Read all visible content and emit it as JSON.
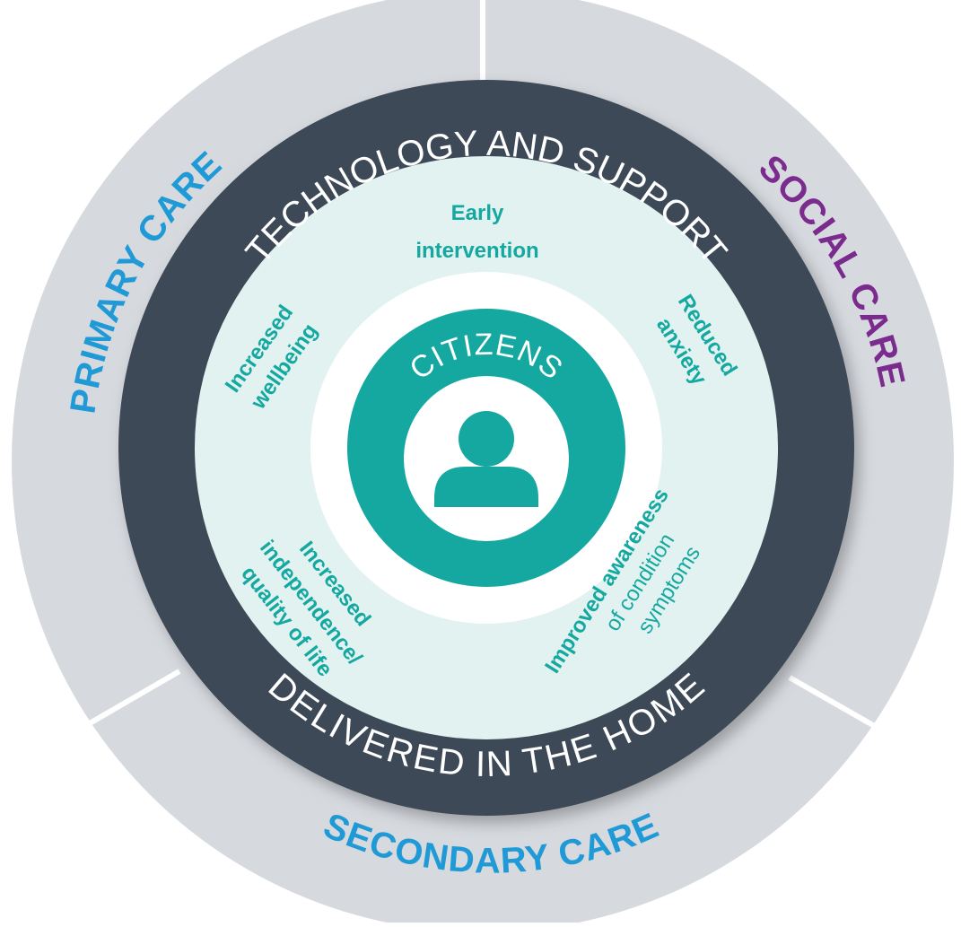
{
  "segments": {
    "primary": "PRIMARY CARE",
    "social": "SOCIAL CARE",
    "secondary": "SECONDARY CARE"
  },
  "ring": {
    "top": "TECHNOLOGY AND SUPPORT",
    "bottom": "DELIVERED IN THE HOME"
  },
  "benefits": {
    "early_1": "Early",
    "early_2": "intervention",
    "anxiety_1": "Reduced",
    "anxiety_2": "anxiety",
    "wellbeing_1": "Increased",
    "wellbeing_2": "wellbeing",
    "independence_1": "Increased",
    "independence_2": "independence/",
    "independence_3": "quality of life",
    "awareness_1": "Improved awareness",
    "awareness_2": "of condition",
    "awareness_3": "symptoms"
  },
  "center": {
    "label": "CITIZENS",
    "icon": "person-icon"
  },
  "colors": {
    "primary_care": "#1f9ad6",
    "social_care": "#7b2a8e",
    "secondary_care": "#1f9ad6",
    "teal": "#14a8a0",
    "dark_ring": "#3e4a56",
    "outer_ring": "#d6d9de"
  }
}
